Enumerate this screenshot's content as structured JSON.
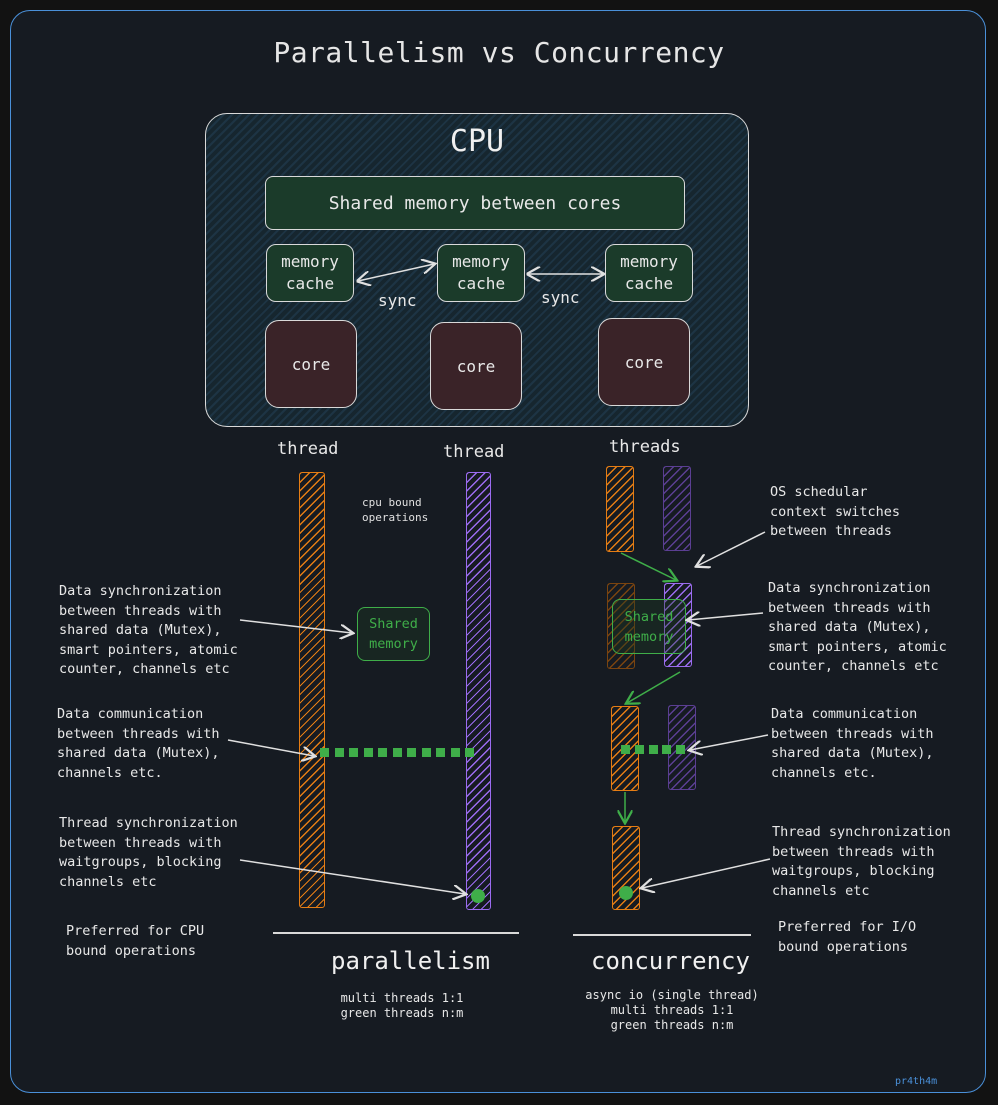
{
  "title": "Parallelism vs Concurrency",
  "cpu": {
    "label": "CPU",
    "shared_memory": "Shared memory between cores",
    "caches": [
      "memory\ncache",
      "memory\ncache",
      "memory\ncache"
    ],
    "sync_labels": [
      "sync",
      "sync"
    ],
    "cores": [
      "core",
      "core",
      "core"
    ]
  },
  "threads": {
    "left": "thread",
    "middle": "thread",
    "right": "threads"
  },
  "parallel": {
    "cpu_bound_note": "cpu bound\noperations",
    "shared_memory": "Shared\nmemory",
    "note_sync": "Data synchronization\nbetween threads with\nshared data (Mutex),\nsmart pointers, atomic\ncounter, channels etc",
    "note_comm": "Data communication\nbetween threads with\nshared data (Mutex),\nchannels etc.",
    "note_thread_sync": "Thread synchronization\nbetween threads with\nwaitgroups, blocking\nchannels etc",
    "preferred": "Preferred for CPU\nbound operations",
    "title": "parallelism",
    "sub": "multi threads 1:1\ngreen threads n:m"
  },
  "concurrent": {
    "os_note": "OS schedular\ncontext switches\nbetween threads",
    "shared_memory": "Shared\nmemory",
    "note_sync": "Data synchronization\nbetween threads with\nshared data (Mutex),\nsmart pointers, atomic\ncounter, channels etc",
    "note_comm": "Data communication\nbetween threads with\nshared data (Mutex),\nchannels etc.",
    "note_thread_sync": "Thread synchronization\nbetween threads with\nwaitgroups, blocking\nchannels etc",
    "preferred": "Preferred for I/O\nbound operations",
    "title": "concurrency",
    "sub": "async io (single thread)\nmulti threads 1:1\ngreen threads n:m"
  },
  "credit": "pr4th4m",
  "colors": {
    "border": "#4a90d9",
    "orange": "#e57d14",
    "purple": "#9b6cf0",
    "green": "#3fae49",
    "cache_fill": "#1b3b2a",
    "core_fill": "#3a2328"
  }
}
